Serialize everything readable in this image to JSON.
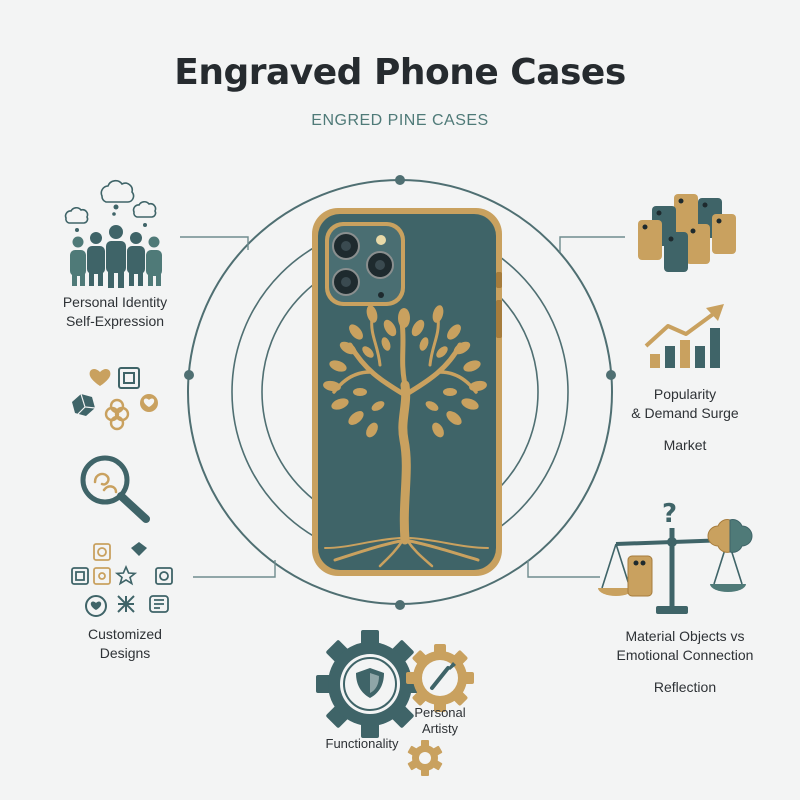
{
  "header": {
    "title": "Engraved Phone Cases",
    "subtitle": "ENGRED PINE CASES"
  },
  "colors": {
    "background": "#f3f4f4",
    "teal": "#3f6468",
    "tealDark": "#2f4d52",
    "gold": "#c9a15f",
    "goldDark": "#a67c3c"
  },
  "nodes": {
    "identity": {
      "icon": "crowd-thought-bubbles-icon",
      "line1": "Personal Identity",
      "line2": "Self-Expression"
    },
    "designs": {
      "icon": "design-motifs-icon",
      "line1": "Customized",
      "line2": "Designs"
    },
    "popularity": {
      "icon": "rising-bar-chart-icon",
      "line1": "Popularity",
      "line2": "& Demand Surge",
      "tag": "Market"
    },
    "reflection": {
      "icon": "balance-scale-icon",
      "line1": "Material Objects vs",
      "line2": "Emotional Connection",
      "tag": "Reflection"
    },
    "functionality": {
      "icon": "gear-shield-icon",
      "label": "Functionality"
    },
    "artistry": {
      "icon": "gear-brush-icon",
      "line1": "Personal",
      "line2": "Artisty"
    }
  },
  "center": {
    "icon": "engraved-tree-phone-icon"
  }
}
